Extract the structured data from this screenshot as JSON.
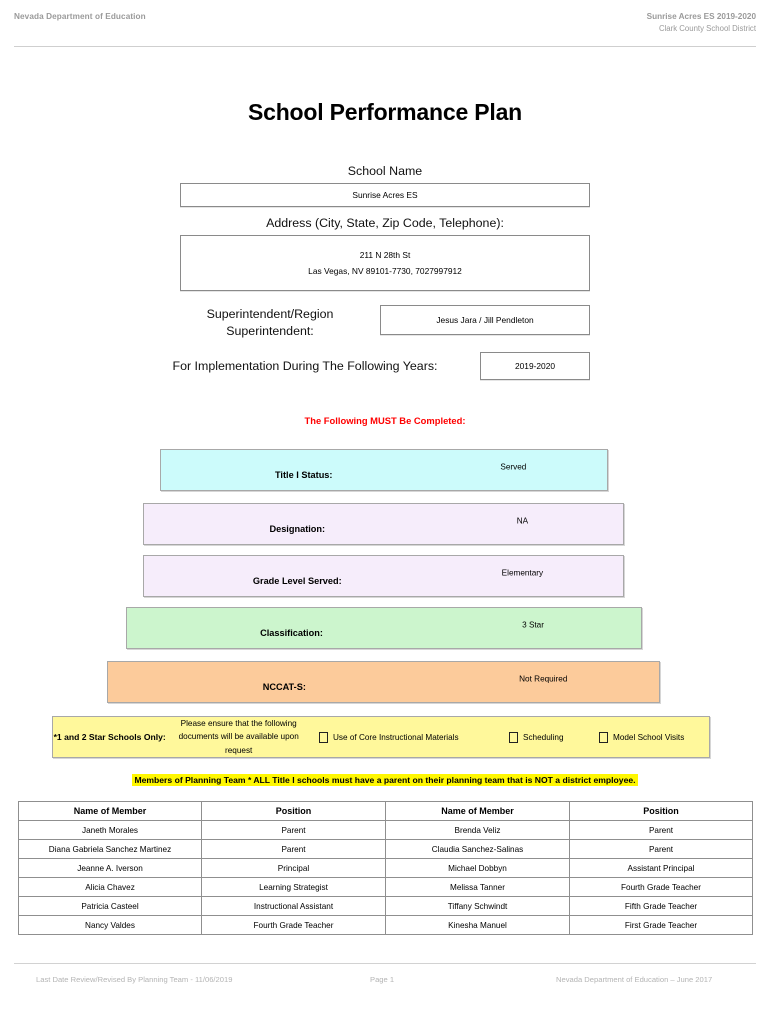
{
  "header": {
    "left": "Nevada Department of Education",
    "right_line1": "Sunrise Acres ES  2019-2020",
    "right_line2": "Clark County School District"
  },
  "title": "School Performance Plan",
  "fields": {
    "school_name_label": "School Name",
    "school_name_value": "Sunrise Acres ES",
    "address_label": "Address (City, State, Zip Code, Telephone):",
    "address_line1": "211 N 28th St",
    "address_line2": "Las Vegas, NV  89101-7730, 7027997912",
    "superintendent_label_line1": "Superintendent/Region",
    "superintendent_label_line2": "Superintendent:",
    "superintendent_value": "Jesus Jara / Jill Pendleton",
    "years_label": "For Implementation During The Following Years:",
    "years_value": "2019-2020"
  },
  "red_notice": "The Following MUST Be Completed:",
  "status_bars": [
    {
      "label": "Title I Status:",
      "value": "Served",
      "color": "#CCFBFB"
    },
    {
      "label": "Designation:",
      "value": "NA",
      "color": "#F6EDFB"
    },
    {
      "label": "Grade Level Served:",
      "value": "Elementary",
      "color": "#F6EDFB"
    },
    {
      "label": "Classification:",
      "value": "3 Star",
      "color": "#CCF5CD"
    },
    {
      "label": "NCCAT-S:",
      "value": "Not Required",
      "color": "#FCCB9B"
    }
  ],
  "star_schools": {
    "label": "*1 and 2 Star Schools Only:",
    "note_line1": "Please ensure that the following",
    "note_line2": "documents will be available upon request",
    "checkboxes": [
      {
        "label": "Use of Core Instructional Materials",
        "checked": false
      },
      {
        "label": "Scheduling",
        "checked": false
      },
      {
        "label": "Model School Visits",
        "checked": false
      }
    ],
    "highlight_color": "#FFF89B"
  },
  "planning_note": {
    "text": "Members of Planning Team * ALL Title I schools must have a parent on their planning team that is NOT a district employee.",
    "highlight_color": "#FFF700"
  },
  "members_table": {
    "headers": [
      "Name of Member",
      "Position",
      "Name of Member",
      "Position"
    ],
    "rows": [
      [
        "Janeth Morales",
        "Parent",
        "Brenda Veliz",
        "Parent"
      ],
      [
        "Diana Gabriela Sanchez Martinez",
        "Parent",
        "Claudia Sanchez-Salinas",
        "Parent"
      ],
      [
        "Jeanne A. Iverson",
        "Principal",
        "Michael Dobbyn",
        "Assistant Principal"
      ],
      [
        "Alicia Chavez",
        "Learning Strategist",
        "Melissa Tanner",
        "Fourth Grade Teacher"
      ],
      [
        "Patricia Casteel",
        "Instructional Assistant",
        "Tiffany Schwindt",
        "Fifth Grade Teacher"
      ],
      [
        "Nancy Valdes",
        "Fourth Grade Teacher",
        "Kinesha Manuel",
        "First Grade Teacher"
      ]
    ]
  },
  "footer": {
    "left": "Last Date Review/Revised By Planning Team - 11/06/2019",
    "middle": "Page 1",
    "right": "Nevada Department of Education – June 2017"
  }
}
